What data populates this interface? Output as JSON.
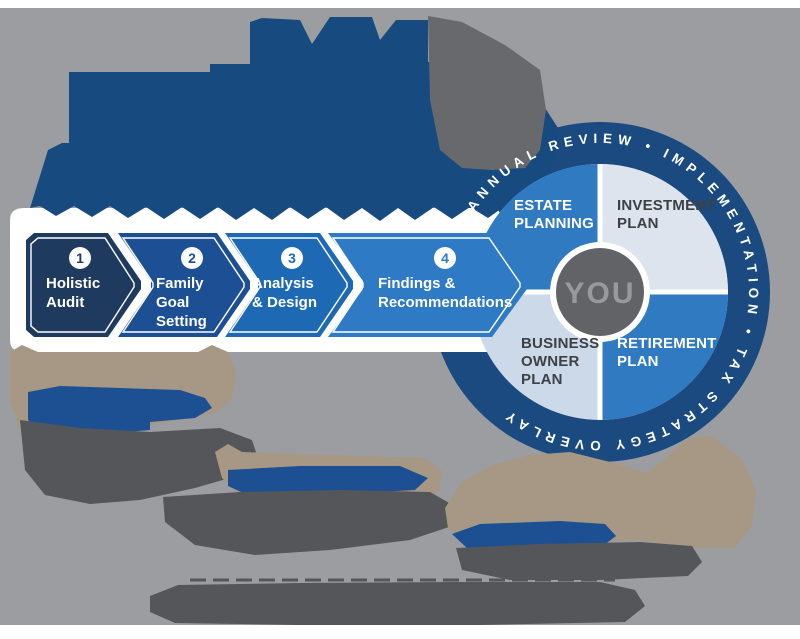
{
  "process": {
    "steps": [
      {
        "num": "1",
        "label": "Holistic\nAudit"
      },
      {
        "num": "2",
        "label": "Family\nGoal\nSetting"
      },
      {
        "num": "3",
        "label": "Analysis\n& Design"
      },
      {
        "num": "4",
        "label": "Findings &\nRecommendations"
      }
    ]
  },
  "wheel": {
    "ring_text": "ANNUAL REVIEW • IMPLEMENTATION • TAX STRATEGY OVERLAY",
    "center_label": "YOU",
    "quadrants": {
      "top_left": "ESTATE\nPLANNING",
      "top_right": "INVESTMENT\nPLAN",
      "bottom_left": "BUSINESS\nOWNER\nPLAN",
      "bottom_right": "RETIREMENT\nPLAN"
    }
  },
  "colors": {
    "background_gray": "#9c9da0",
    "navy_blob": "#174a7f",
    "ring_navy": "#1a4a80",
    "chevron_1": "#1e3a5f",
    "chevron_2": "#1c4f93",
    "chevron_3": "#1d69b3",
    "chevron_4": "#2f7ac4",
    "quadrant_blue": "#2f7ac1",
    "quadrant_light_top": "#dde4ee",
    "quadrant_light_bottom": "#ccd9e9",
    "center_gray": "#626366",
    "center_text_gray": "#97999c",
    "tan_blob": "#a69884",
    "dark_gray_blob": "#55565a",
    "logo_gray_blob": "#68696c",
    "blue_text_blob": "#1d5093",
    "dark_label": "#3d4044"
  }
}
